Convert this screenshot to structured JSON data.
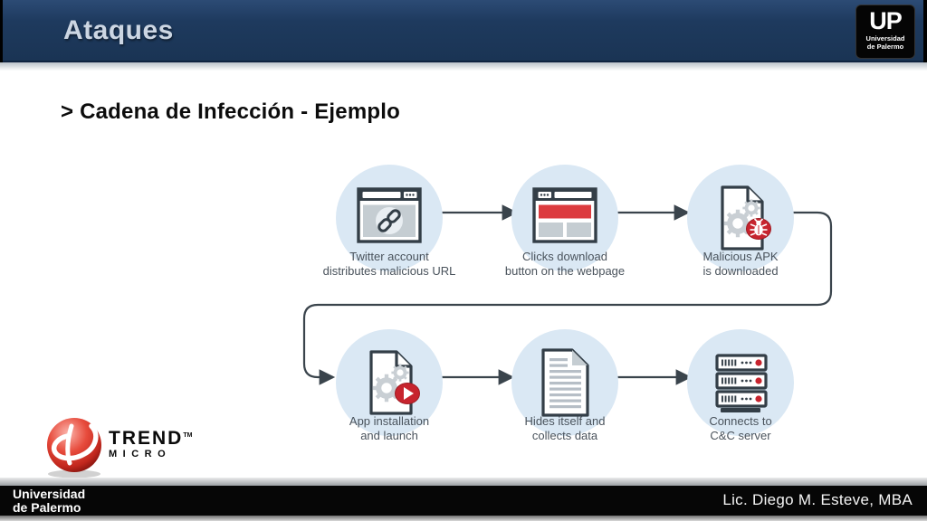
{
  "colors": {
    "navy": "#1e3a5e",
    "header-title": "#ccd6e3",
    "circle-blue": "#dae8f4",
    "outline": "#333e47",
    "panel-gray": "#c5cdd2",
    "line-gray": "#b6bec6",
    "red": "#dc3b3f",
    "badge-red": "#c7242e",
    "gear-gray": "#c9cfd4",
    "caption": "#4a535c",
    "arrow": "#3a444c",
    "footer-black": "#060606"
  },
  "header": {
    "title": "Ataques"
  },
  "up_logo": {
    "abbr": "UP",
    "line1": "Universidad",
    "line2": "de Palermo"
  },
  "heading": {
    "text": "> Cadena de Infección - Ejemplo"
  },
  "diagram": {
    "steps": [
      {
        "caption_line1": "Twitter account",
        "caption_line2": "distributes malicious URL"
      },
      {
        "caption_line1": "Clicks download",
        "caption_line2": "button on the webpage"
      },
      {
        "caption_line1": "Malicious APK",
        "caption_line2": "is downloaded"
      },
      {
        "caption_line1": "App installation",
        "caption_line2": "and launch"
      },
      {
        "caption_line1": "Hides itself and",
        "caption_line2": "collects data"
      },
      {
        "caption_line1": "Connects to",
        "caption_line2": "C&C server"
      }
    ]
  },
  "trend_micro": {
    "line1": "TREND",
    "line2": "MICRO",
    "tm": "TM"
  },
  "footer": {
    "left_line1": "Universidad",
    "left_line2": "de Palermo",
    "right": "Lic. Diego M. Esteve, MBA"
  }
}
